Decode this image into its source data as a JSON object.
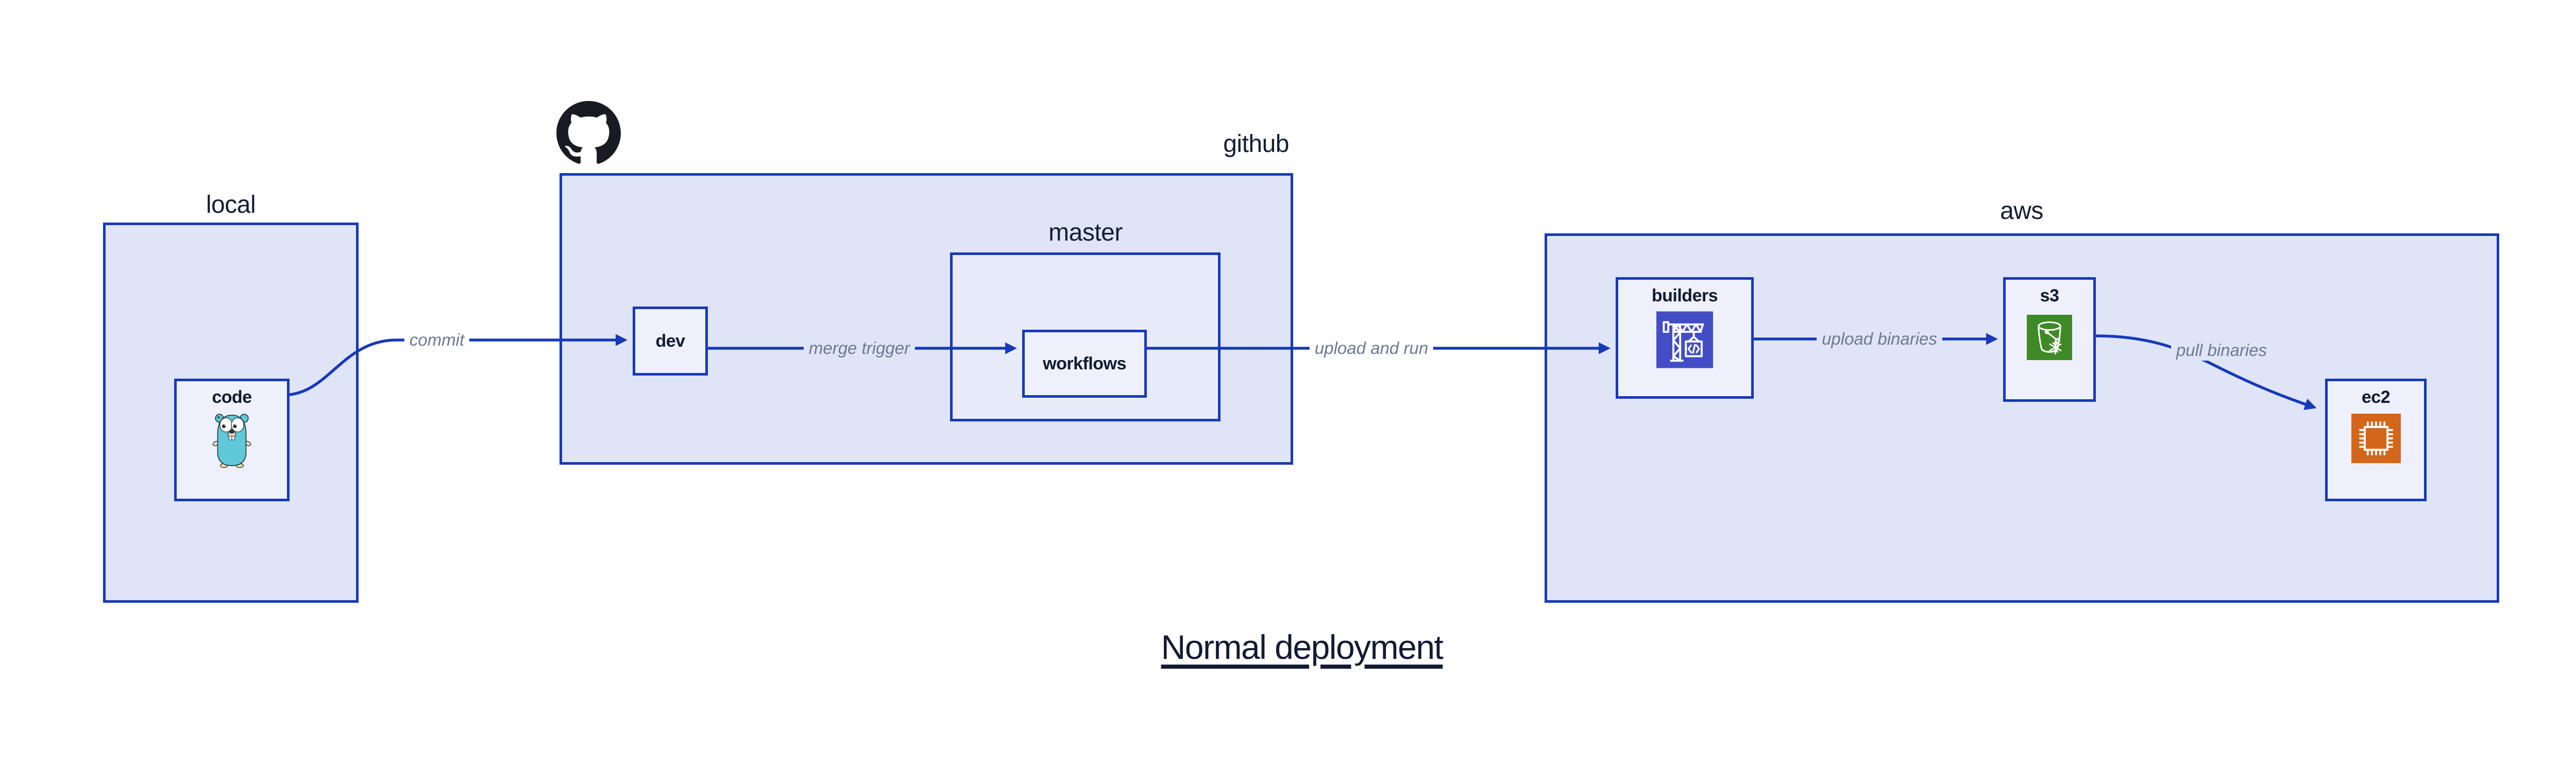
{
  "title": {
    "text": "Normal deployment"
  },
  "groups": {
    "local": {
      "label": "local"
    },
    "github": {
      "label": "github"
    },
    "master": {
      "label": "master"
    },
    "aws": {
      "label": "aws"
    }
  },
  "nodes": {
    "code": {
      "label": "code",
      "parent": "local",
      "icon": "go-gopher-icon"
    },
    "dev": {
      "label": "dev",
      "parent": "github"
    },
    "workflows": {
      "label": "workflows",
      "parent": "master"
    },
    "builders": {
      "label": "builders",
      "parent": "aws",
      "icon": "codebuild-crane-icon"
    },
    "s3": {
      "label": "s3",
      "parent": "aws",
      "icon": "s3-glacier-bucket-icon"
    },
    "ec2": {
      "label": "ec2",
      "parent": "aws",
      "icon": "ec2-chip-icon"
    }
  },
  "edges": {
    "commit": {
      "label": "commit",
      "from": "code",
      "to": "dev"
    },
    "merge_trigger": {
      "label": "merge trigger",
      "from": "dev",
      "to": "workflows"
    },
    "upload_and_run": {
      "label": "upload and run",
      "from": "workflows",
      "to": "builders"
    },
    "upload_binaries": {
      "label": "upload binaries",
      "from": "builders",
      "to": "s3"
    },
    "pull_binaries": {
      "label": "pull binaries",
      "from": "s3",
      "to": "ec2"
    }
  },
  "logos": {
    "github": "github-octocat-icon"
  },
  "colors": {
    "border_blue": "#1839b8",
    "group_fill": "#dfe5f7",
    "master_fill": "#e8ecfa",
    "node_fill": "#eef1fb",
    "edge_label_gray": "#6e7890",
    "label_navy": "#151d35",
    "codebuild_purple": "#434dc6",
    "s3_green": "#3e8a26",
    "ec2_orange": "#d3661a",
    "gopher_teal": "#5fc9d9",
    "github_black": "#181b21"
  }
}
